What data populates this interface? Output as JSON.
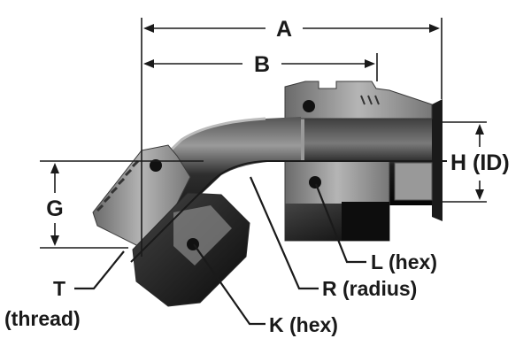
{
  "labels": {
    "a": "A",
    "b": "B",
    "g": "G",
    "h": "H (ID)",
    "l": "L (hex)",
    "r": "R (radius)",
    "k": "K (hex)",
    "t": "T",
    "thread": "(thread)"
  }
}
